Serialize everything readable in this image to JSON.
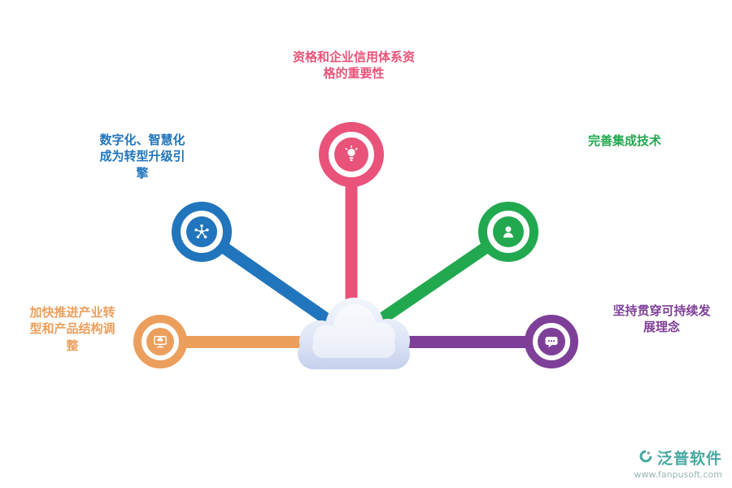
{
  "diagram": {
    "type": "hub-and-spoke",
    "center": {
      "icon": "cloud-icon"
    },
    "nodes": [
      {
        "id": "top",
        "label": "资格和企业信用体系资\n格的重要性",
        "color": "#E95379",
        "icon": "lightbulb-icon"
      },
      {
        "id": "upper-left",
        "label": "数字化、智慧化\n成为转型升级引\n擎",
        "color": "#2175BC",
        "icon": "network-icon"
      },
      {
        "id": "left",
        "label": "加快推进产业转\n型和产品结构调\n整",
        "color": "#EC9F5D",
        "icon": "monitor-icon"
      },
      {
        "id": "upper-right",
        "label": "完善集成技术",
        "color": "#22A94F",
        "icon": "person-icon"
      },
      {
        "id": "right",
        "label": "坚持贯穿可持续发\n展理念",
        "color": "#7E3F98",
        "icon": "chat-icon"
      }
    ]
  },
  "watermark": {
    "brand": "泛普软件",
    "url": "www.fanpusoft.com",
    "color": "#47A8A1"
  }
}
